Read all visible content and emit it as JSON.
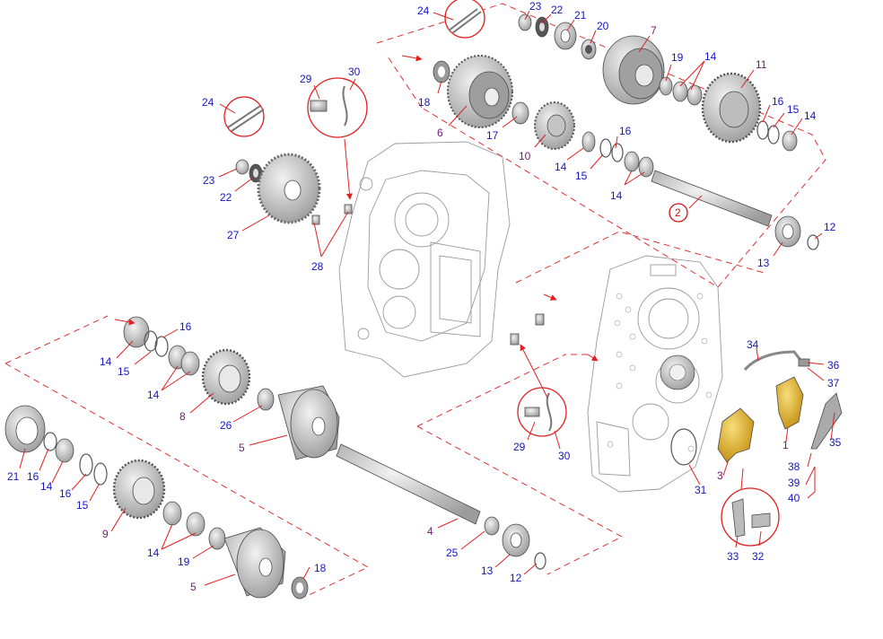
{
  "diagram_kind": "exploded transmission parts diagram",
  "callouts": [
    {
      "text": "24",
      "style": "blue"
    },
    {
      "text": "23",
      "style": "blue"
    },
    {
      "text": "22",
      "style": "blue"
    },
    {
      "text": "21",
      "style": "blue"
    },
    {
      "text": "20",
      "style": "blue"
    },
    {
      "text": "7",
      "style": "purple"
    },
    {
      "text": "19",
      "style": "blue"
    },
    {
      "text": "14",
      "style": "blue"
    },
    {
      "text": "11",
      "style": "purple"
    },
    {
      "text": "18",
      "style": "blue"
    },
    {
      "text": "6",
      "style": "purple"
    },
    {
      "text": "17",
      "style": "blue"
    },
    {
      "text": "10",
      "style": "purple"
    },
    {
      "text": "14",
      "style": "blue"
    },
    {
      "text": "15",
      "style": "blue"
    },
    {
      "text": "16",
      "style": "blue"
    },
    {
      "text": "14",
      "style": "blue"
    },
    {
      "text": "16",
      "style": "blue"
    },
    {
      "text": "15",
      "style": "blue"
    },
    {
      "text": "14",
      "style": "blue"
    },
    {
      "text": "2",
      "style": "red"
    },
    {
      "text": "12",
      "style": "blue"
    },
    {
      "text": "13",
      "style": "blue"
    },
    {
      "text": "29",
      "style": "blue"
    },
    {
      "text": "30",
      "style": "blue"
    },
    {
      "text": "24",
      "style": "blue"
    },
    {
      "text": "23",
      "style": "blue"
    },
    {
      "text": "22",
      "style": "blue"
    },
    {
      "text": "27",
      "style": "blue"
    },
    {
      "text": "28",
      "style": "blue"
    },
    {
      "text": "34",
      "style": "blue"
    },
    {
      "text": "36",
      "style": "blue"
    },
    {
      "text": "37",
      "style": "blue"
    },
    {
      "text": "1",
      "style": "purple"
    },
    {
      "text": "35",
      "style": "blue"
    },
    {
      "text": "38",
      "style": "blue"
    },
    {
      "text": "39",
      "style": "blue"
    },
    {
      "text": "40",
      "style": "blue"
    },
    {
      "text": "31",
      "style": "blue"
    },
    {
      "text": "3",
      "style": "purple"
    },
    {
      "text": "33",
      "style": "blue"
    },
    {
      "text": "32",
      "style": "blue"
    },
    {
      "text": "29",
      "style": "blue"
    },
    {
      "text": "30",
      "style": "blue"
    },
    {
      "text": "16",
      "style": "blue"
    },
    {
      "text": "14",
      "style": "blue"
    },
    {
      "text": "15",
      "style": "blue"
    },
    {
      "text": "14",
      "style": "blue"
    },
    {
      "text": "8",
      "style": "purple"
    },
    {
      "text": "26",
      "style": "blue"
    },
    {
      "text": "5",
      "style": "purple"
    },
    {
      "text": "21",
      "style": "blue"
    },
    {
      "text": "16",
      "style": "blue"
    },
    {
      "text": "14",
      "style": "blue"
    },
    {
      "text": "16",
      "style": "blue"
    },
    {
      "text": "15",
      "style": "blue"
    },
    {
      "text": "9",
      "style": "purple"
    },
    {
      "text": "14",
      "style": "blue"
    },
    {
      "text": "19",
      "style": "blue"
    },
    {
      "text": "5",
      "style": "purple"
    },
    {
      "text": "18",
      "style": "blue"
    },
    {
      "text": "4",
      "style": "purple"
    },
    {
      "text": "25",
      "style": "blue"
    },
    {
      "text": "13",
      "style": "blue"
    },
    {
      "text": "12",
      "style": "blue"
    }
  ],
  "colors": {
    "callout_blue": "#1414c8",
    "callout_purple": "#6b1a6b",
    "leader_red": "#e02020",
    "highlight_yellow": "#e3b52a"
  },
  "icons": [
    "cotter-pin-icon",
    "bearing-icon",
    "gear-icon",
    "clutch-drum-icon",
    "shaft-icon",
    "housing-icon",
    "bolt-icon",
    "shifter-bracket-icon"
  ]
}
